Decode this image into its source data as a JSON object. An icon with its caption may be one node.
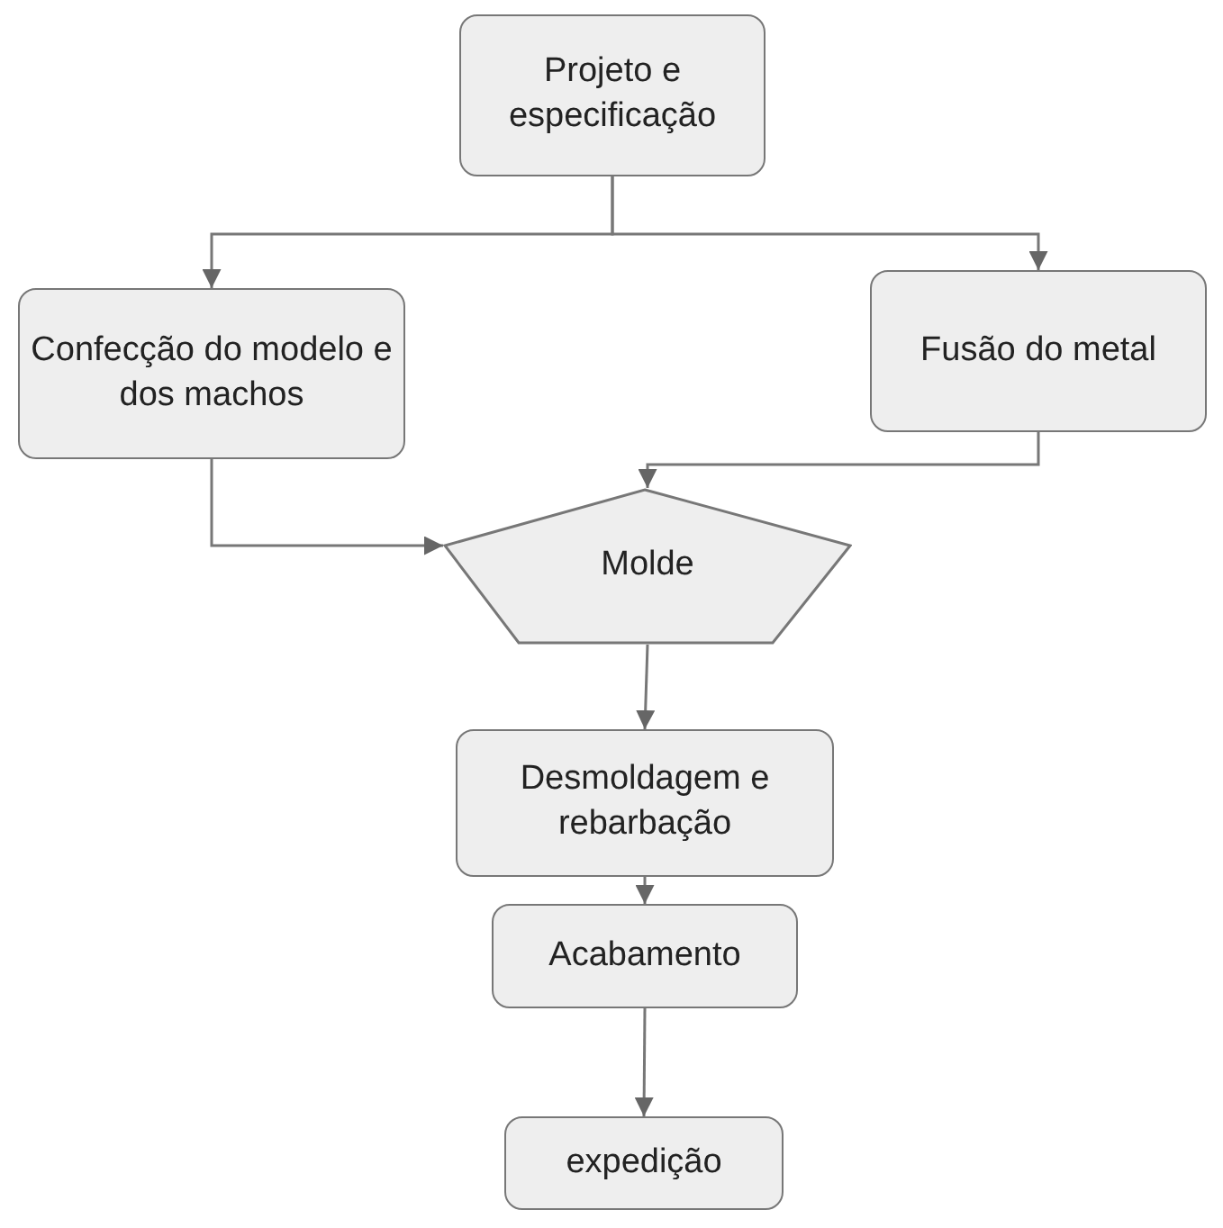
{
  "diagram": {
    "nodes": [
      {
        "text": [
          "Projeto e especificação"
        ]
      },
      {
        "text": [
          "Confecção do modelo e dos machos"
        ]
      },
      {
        "text": [
          "Fusão do metal"
        ]
      },
      {
        "text": [
          "Molde"
        ]
      },
      {
        "text": [
          "Desmoldagem e rebarbação"
        ]
      },
      {
        "text": [
          "Acabamento"
        ]
      },
      {
        "text": [
          "expedição"
        ]
      }
    ],
    "edges": [
      {
        "from": 0,
        "to": 1,
        "arrow": "to"
      },
      {
        "from": 0,
        "to": 2,
        "arrow": "to"
      },
      {
        "from": 1,
        "to": 3,
        "arrow": "to"
      },
      {
        "from": 2,
        "to": 3,
        "arrow": "to"
      },
      {
        "from": 3,
        "to": 4,
        "arrow": "to"
      },
      {
        "from": 4,
        "to": 5,
        "arrow": "to"
      },
      {
        "from": 5,
        "to": 6,
        "arrow": "to"
      }
    ]
  }
}
